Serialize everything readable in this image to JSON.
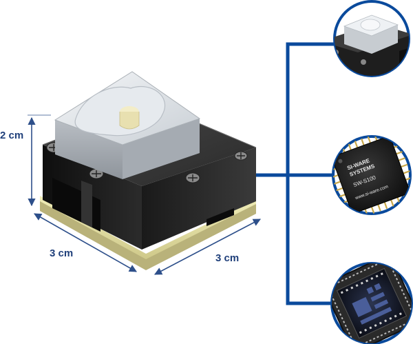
{
  "dimensions": {
    "height_label": "2 cm",
    "depth_label": "3 cm",
    "width_label": "3 cm"
  },
  "chip": {
    "brand_line1": "SI-WARE",
    "brand_line2": "SYSTEMS",
    "model": "SW-S100",
    "url": "www.si-ware.com"
  },
  "colors": {
    "accent": "#0a4a9c",
    "dimension_text": "#1f3f7a",
    "housing": "#1c1c1c",
    "pcb": "#e6e2a0"
  }
}
